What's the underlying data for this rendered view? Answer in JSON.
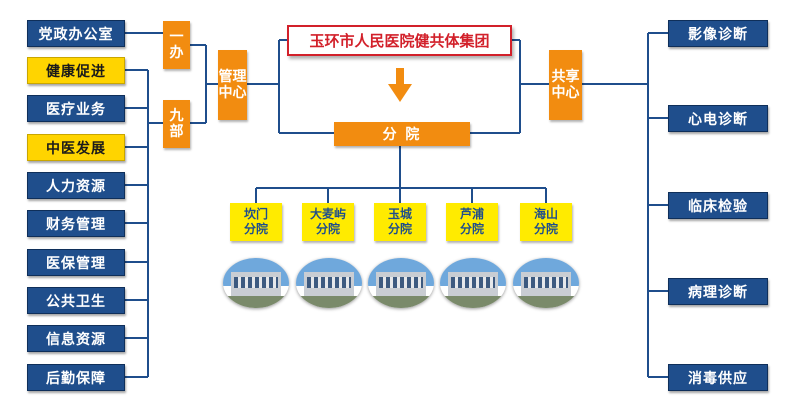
{
  "title": "玉环市人民医院健共体集团",
  "left_departments": [
    {
      "label": "党政办公室",
      "highlight": false
    },
    {
      "label": "健康促进",
      "highlight": true
    },
    {
      "label": "医疗业务",
      "highlight": false
    },
    {
      "label": "中医发展",
      "highlight": true
    },
    {
      "label": "人力资源",
      "highlight": false
    },
    {
      "label": "财务管理",
      "highlight": false
    },
    {
      "label": "医保管理",
      "highlight": false
    },
    {
      "label": "公共卫生",
      "highlight": false
    },
    {
      "label": "信息资源",
      "highlight": false
    },
    {
      "label": "后勤保障",
      "highlight": false
    }
  ],
  "yiban": "一办",
  "jiubu": "九部",
  "management_center": "管理中心",
  "shared_center": "共享中心",
  "branch_hospitals_label": "分 院",
  "branches": [
    {
      "line1": "坎门",
      "line2": "分院"
    },
    {
      "line1": "大麦屿",
      "line2": "分院"
    },
    {
      "line1": "玉城",
      "line2": "分院"
    },
    {
      "line1": "芦浦",
      "line2": "分院"
    },
    {
      "line1": "海山",
      "line2": "分院"
    }
  ],
  "shared_services": [
    "影像诊断",
    "心电诊断",
    "临床检验",
    "病理诊断",
    "消毒供应"
  ],
  "colors": {
    "navy": "#1f4e8c",
    "yellow": "#ffd400",
    "orange": "#f28c10",
    "red": "#d2202a"
  }
}
